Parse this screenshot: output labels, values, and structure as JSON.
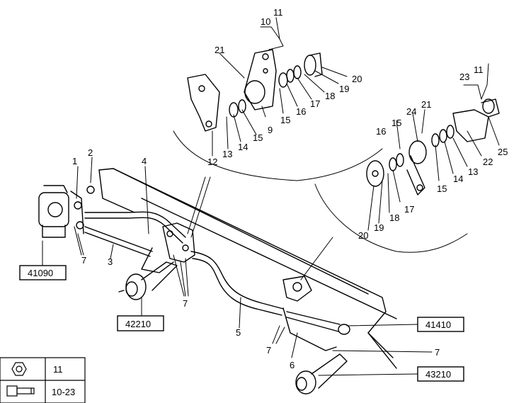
{
  "callouts": {
    "c11a": "11",
    "c10": "10",
    "c21a": "21",
    "c20a": "20",
    "c19a": "19",
    "c18a": "18",
    "c17a": "17",
    "c16a": "16",
    "c15a": "15",
    "c9": "9",
    "c15b": "15",
    "c14a": "14",
    "c13a": "13",
    "c12": "12",
    "c23": "23",
    "c11b": "11",
    "c21b": "21",
    "c24": "24",
    "c15c": "15",
    "c16b": "16",
    "c25": "25",
    "c22": "22",
    "c13b": "13",
    "c14b": "14",
    "c15d": "15",
    "c17b": "17",
    "c18b": "18",
    "c19b": "19",
    "c20b": "20",
    "c2": "2",
    "c1": "1",
    "c4": "4",
    "c7a": "7",
    "c3": "3",
    "c7b": "7",
    "c5": "5",
    "c7c": "7",
    "c6": "6",
    "c7d": "7"
  },
  "boxes": {
    "b41090": "41090",
    "b42210": "42210",
    "b41410": "41410",
    "b43210": "43210"
  },
  "legend": {
    "row1": "11",
    "row2": "10-23"
  }
}
